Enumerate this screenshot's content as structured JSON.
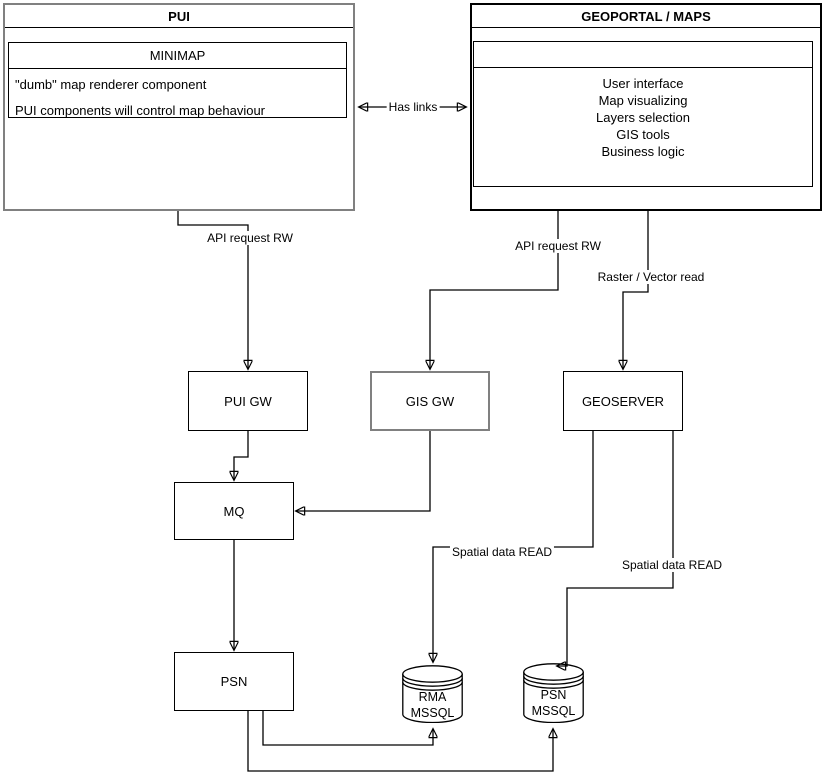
{
  "colors": {
    "stroke": "#000000",
    "gray_stroke": "#808080",
    "background": "#ffffff"
  },
  "pui": {
    "title": "PUI",
    "minimap": {
      "title": "MINIMAP",
      "lines": [
        "\"dumb\" map renderer component",
        "PUI components will control map behaviour"
      ]
    }
  },
  "geoportal": {
    "title": "GEOPORTAL / MAPS",
    "features": [
      "User interface",
      "Map visualizing",
      "Layers selection",
      "GIS tools",
      "Business logic"
    ]
  },
  "nodes": {
    "pui_gw": "PUI GW",
    "gis_gw": "GIS GW",
    "geoserver": "GEOSERVER",
    "mq": "MQ",
    "psn": "PSN",
    "rma_db": [
      "RMA",
      "MSSQL"
    ],
    "psn_db": [
      "PSN",
      "MSSQL"
    ]
  },
  "edge_labels": {
    "has_links": "Has links",
    "pui_api": "API request RW",
    "gis_api": "API request RW",
    "raster_vector": "Raster / Vector read",
    "spatial_rma": "Spatial data READ",
    "spatial_psn": "Spatial data READ"
  }
}
